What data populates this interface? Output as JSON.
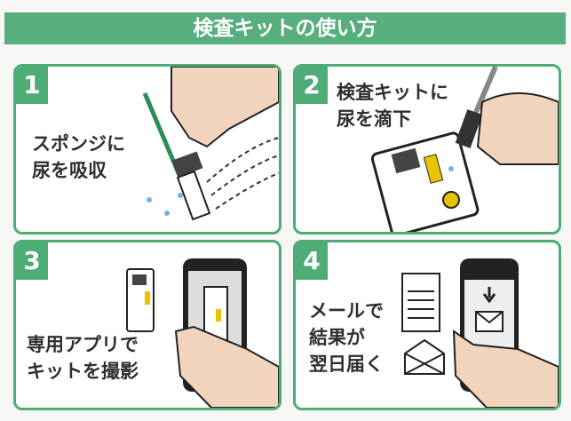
{
  "title": "検査キットの使い方",
  "steps": [
    {
      "number": "1",
      "line1": "スポンジに",
      "line2": "尿を吸収"
    },
    {
      "number": "2",
      "line1": "検査キットに",
      "line2": "尿を滴下"
    },
    {
      "number": "3",
      "line1": "専用アプリで",
      "line2": "キットを撮影"
    },
    {
      "number": "4",
      "line1": "メールで",
      "line2": "結果が",
      "line3": "翌日届く"
    }
  ],
  "colors": {
    "accent": "#4dab76",
    "title_bg": "#57ae7f",
    "skin": "#f2d3bc"
  }
}
